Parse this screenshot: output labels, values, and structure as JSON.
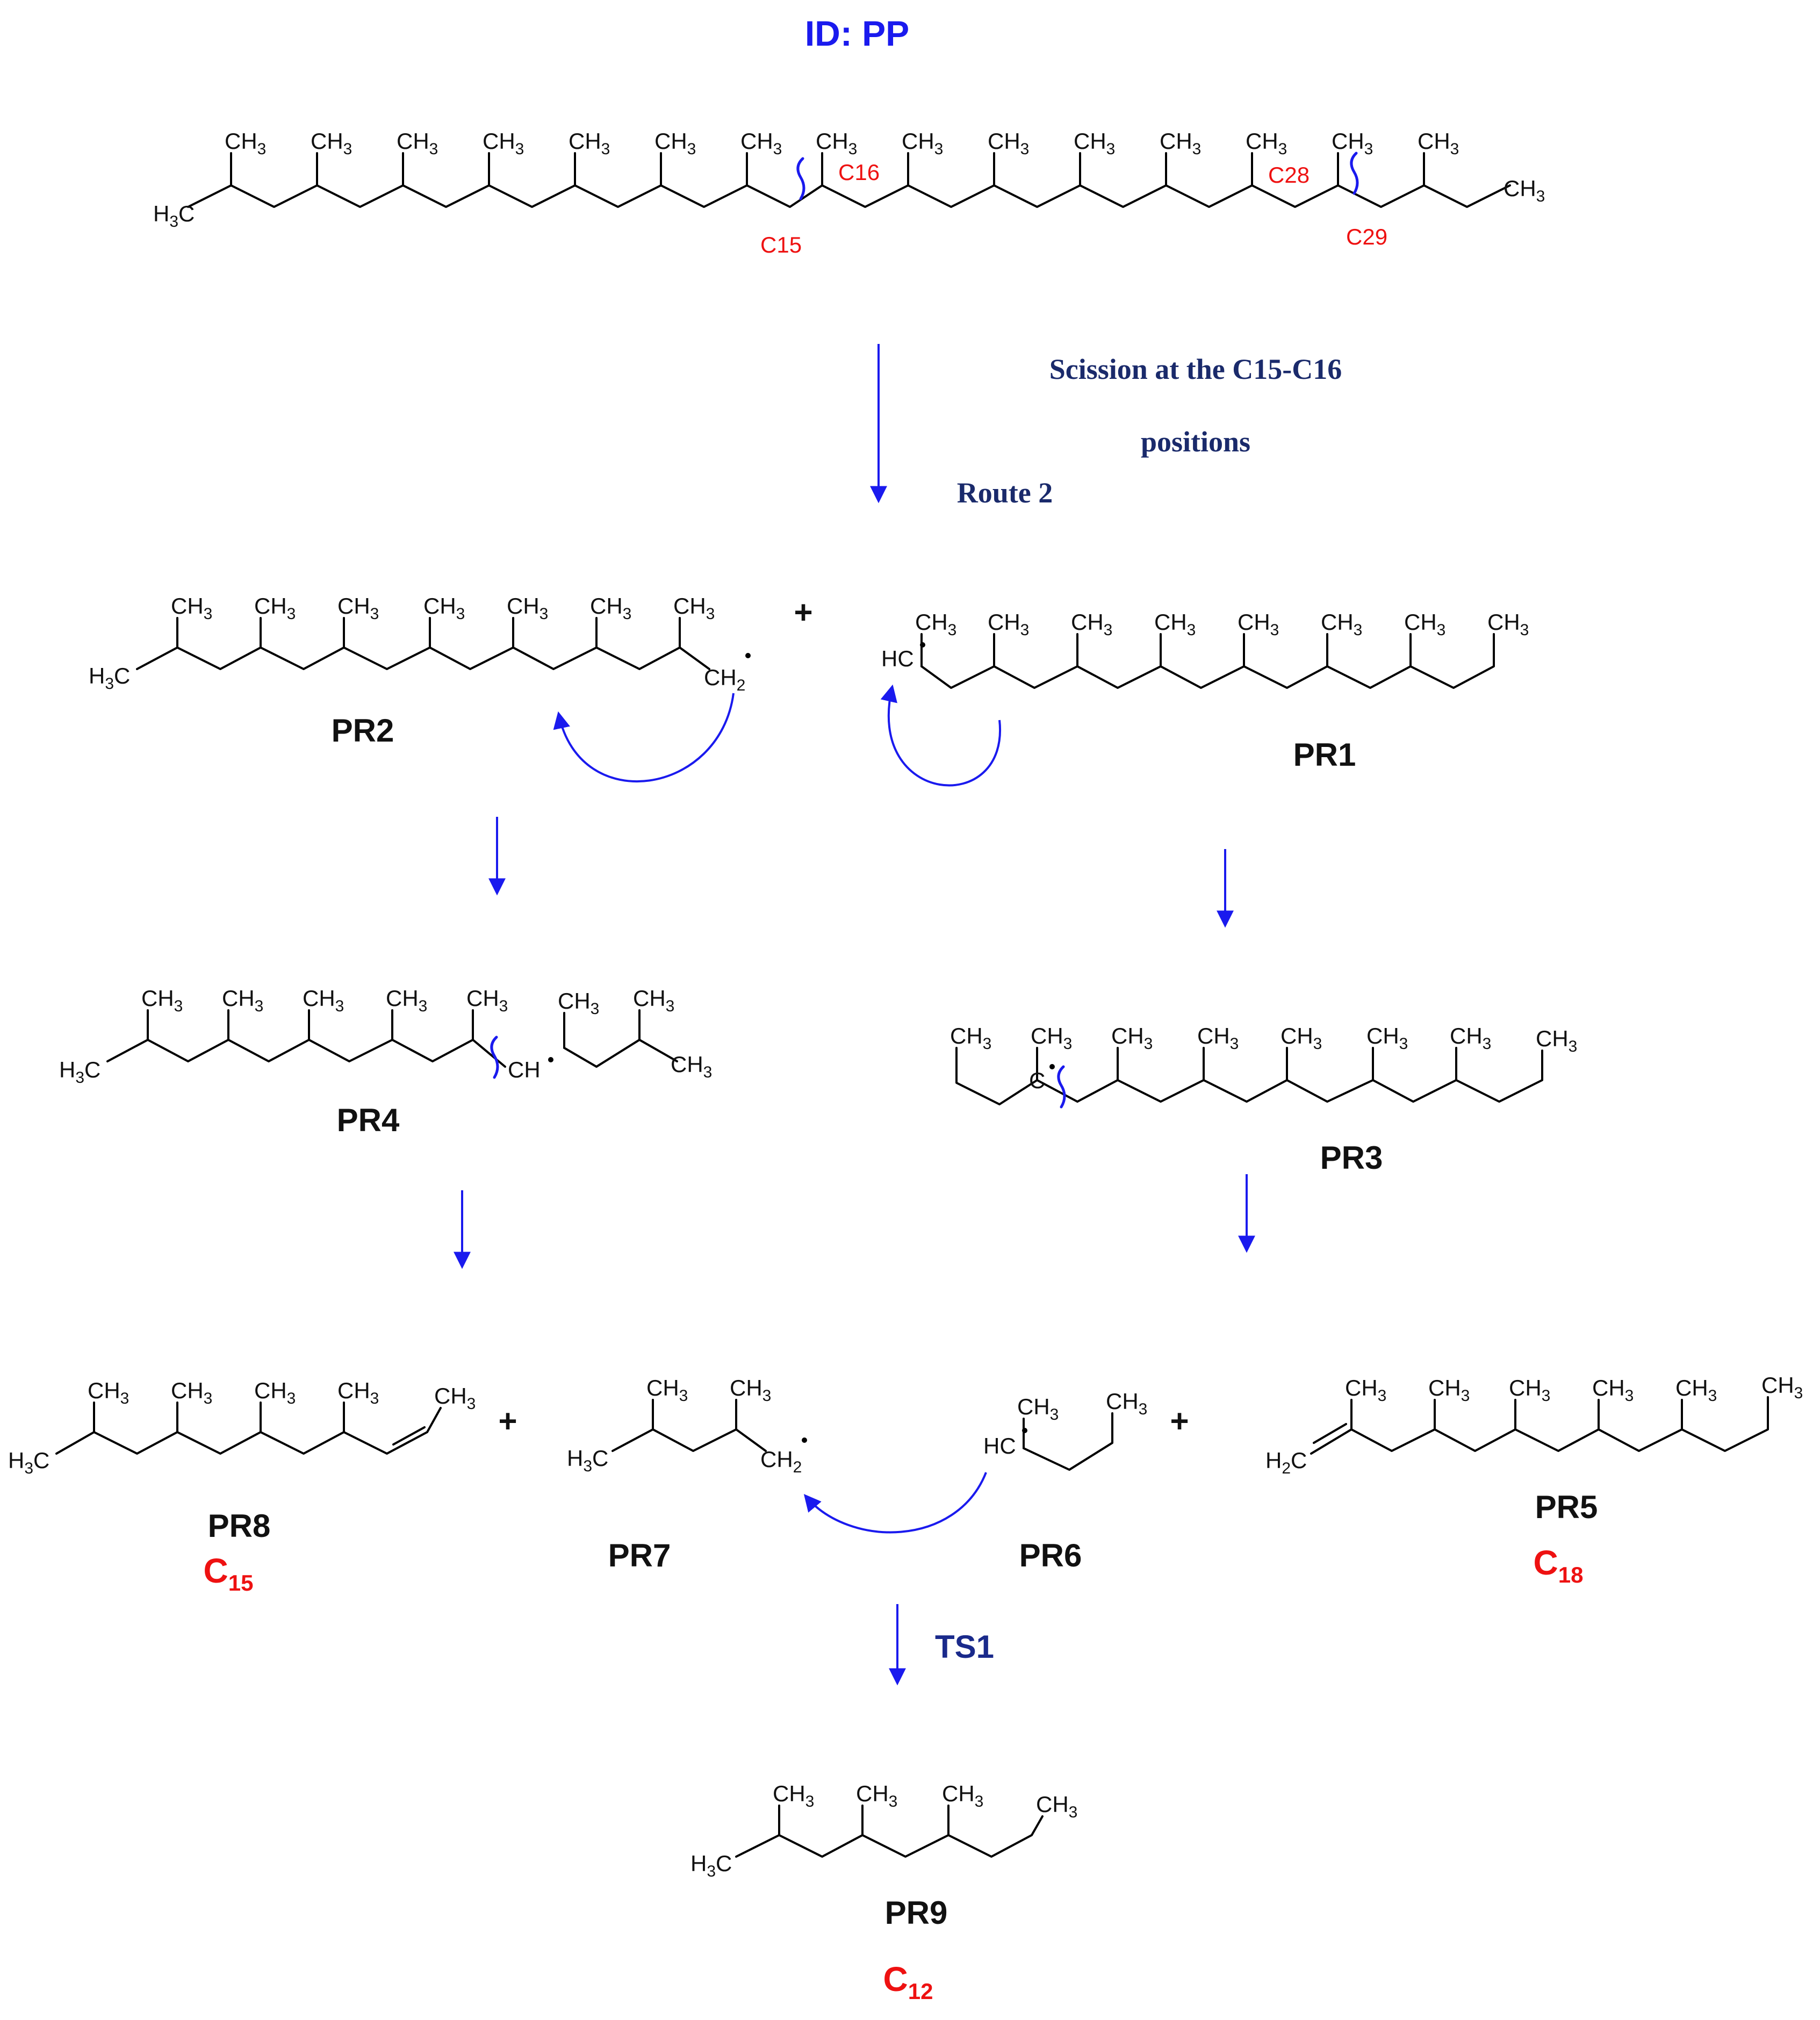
{
  "title": "ID: PP",
  "annotation": {
    "scission_line1": "Scission at the C15-C16",
    "scission_line2": "positions",
    "route": "Route 2",
    "ts": "TS1"
  },
  "atom_labels": {
    "c15": "C15",
    "c16": "C16",
    "c28": "C28",
    "c29": "C29",
    "ch3": "CH",
    "h3c": "H",
    "three": "3",
    "c": "C",
    "ch2": "CH",
    "h2c": "H",
    "two": "2",
    "hc": "HC",
    "ch": "CH"
  },
  "plus": "+",
  "products": {
    "pr1": "PR1",
    "pr2": "PR2",
    "pr3": "PR3",
    "pr4": "PR4",
    "pr5": "PR5",
    "pr6": "PR6",
    "pr7": "PR7",
    "pr8": "PR8",
    "pr9": "PR9"
  },
  "carbon_counts": {
    "pr8": {
      "c": "C",
      "n": "15"
    },
    "pr5": {
      "c": "C",
      "n": "18"
    },
    "pr9": {
      "c": "C",
      "n": "12"
    }
  },
  "colors": {
    "arrow": "#1a1aee",
    "highlight": "#ee1111",
    "route_text": "#1a2a6b"
  }
}
